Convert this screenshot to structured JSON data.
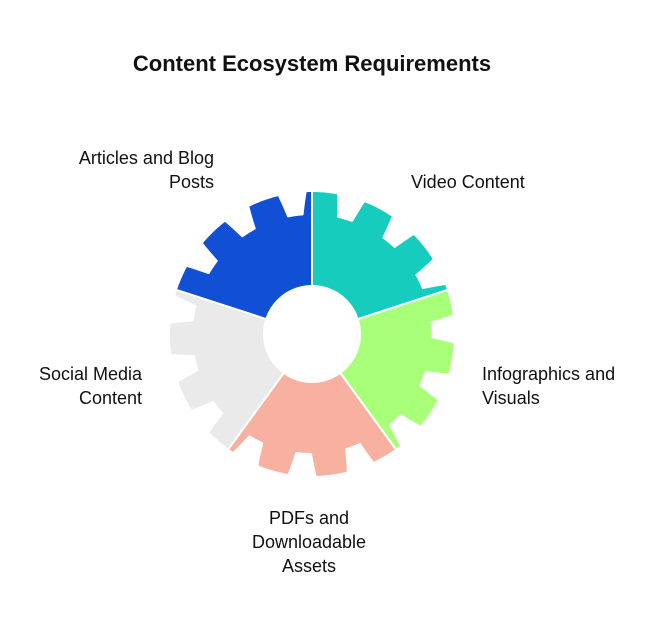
{
  "title": "Content Ecosystem Requirements",
  "segments": [
    {
      "id": "articles",
      "lines": [
        "Articles and Blog",
        "Posts"
      ],
      "color": "#1150D5"
    },
    {
      "id": "video",
      "lines": [
        "Video Content"
      ],
      "color": "#16CDBD"
    },
    {
      "id": "infographics",
      "lines": [
        "Infographics and",
        "Visuals"
      ],
      "color": "#A8FF78"
    },
    {
      "id": "pdfs",
      "lines": [
        "PDFs and",
        "Downloadable",
        "Assets"
      ],
      "color": "#F8B0A0"
    },
    {
      "id": "social",
      "lines": [
        "Social Media",
        "Content"
      ],
      "color": "#EAEAEA"
    }
  ]
}
